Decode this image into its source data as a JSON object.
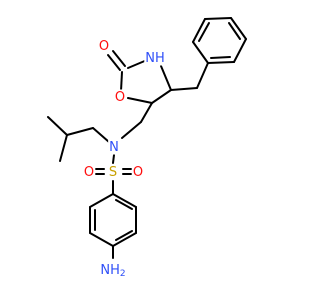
{
  "colors": {
    "bond": "#000000",
    "O": "#ff0d0d",
    "N": "#3050f8",
    "S": "#c8a000",
    "C": "#000000"
  },
  "atoms": [
    {
      "label": "O",
      "element": "O"
    },
    {
      "label": "NH",
      "element": "N"
    },
    {
      "label": "O",
      "element": "O"
    },
    {
      "label": "N",
      "element": "N"
    },
    {
      "label": "S",
      "element": "S"
    },
    {
      "label": "O",
      "element": "O"
    },
    {
      "label": "O",
      "element": "O"
    },
    {
      "label": "NH2",
      "element": "N"
    }
  ]
}
